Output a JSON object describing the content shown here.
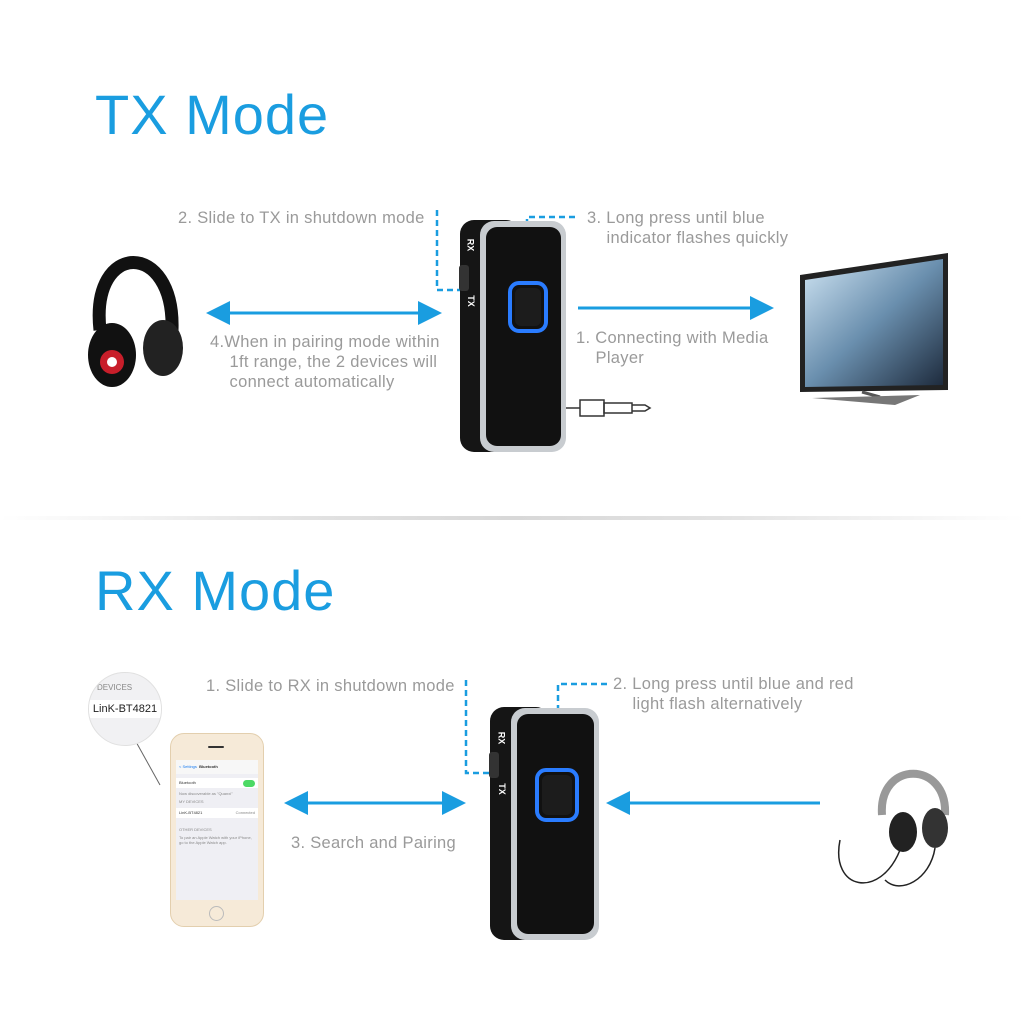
{
  "colors": {
    "accent": "#1a9de0",
    "caption": "#9a9a9a",
    "device": "#111111",
    "led": "#2a7cff"
  },
  "tx": {
    "title": "TX Mode",
    "step2": "2. Slide to TX in shutdown mode",
    "step3": "3. Long press until blue\n    indicator flashes quickly",
    "step1": "1. Connecting with Media\n    Player",
    "step4": "4.When in pairing mode within\n    1ft range, the 2 devices will\n    connect automatically"
  },
  "rx": {
    "title": "RX Mode",
    "step1": "1. Slide to RX in shutdown mode",
    "step2": "2. Long press until blue and red\n    light flash alternatively",
    "step3": "3. Search and Pairing"
  },
  "device": {
    "switch_top": "RX",
    "switch_bottom": "TX"
  },
  "magnifier": {
    "header": "DEVICES",
    "device_name": "LinK-BT4821"
  },
  "phone": {
    "back": "< Settings",
    "title": "Bluetooth",
    "bluetooth_label": "Bluetooth",
    "discoverable": "Now discoverable as \"Quanxi\"",
    "my_devices": "MY DEVICES",
    "device_name": "LinK-BT4821",
    "status": "Connected",
    "other_devices": "OTHER DEVICES",
    "hint": "To pair an Apple Watch with your iPhone, go to the Apple Watch app."
  }
}
